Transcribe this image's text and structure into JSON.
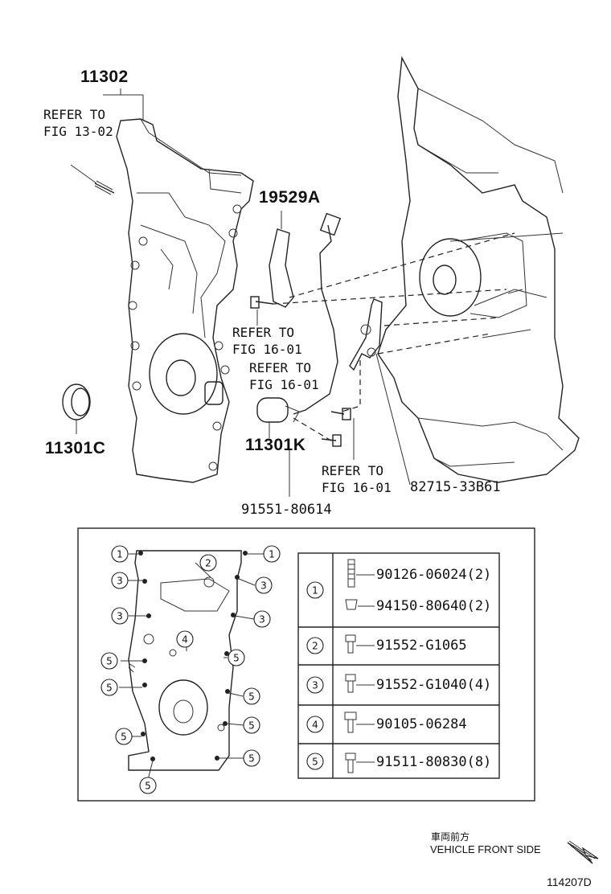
{
  "parts": {
    "p11302": "11302",
    "p19529a": "19529A",
    "p11301c": "11301C",
    "p11301k": "11301K",
    "p91551": "91551-80614",
    "p82715": "82715-33B61"
  },
  "refs": {
    "r1": "REFER TO\nFIG 13-02",
    "r2": "REFER TO\nFIG 16-01",
    "r3": "REFER TO\nFIG 16-01",
    "r4": "REFER TO\nFIG 16-01"
  },
  "bolt_callouts": [
    "1",
    "1",
    "2",
    "3",
    "3",
    "3",
    "3",
    "4",
    "5",
    "5",
    "5",
    "5",
    "5",
    "5",
    "5",
    "5"
  ],
  "table": {
    "rows": [
      {
        "key": "1",
        "parts": [
          "90126-06024(2)",
          "94150-80640(2)"
        ]
      },
      {
        "key": "2",
        "parts": [
          "91552-G1065"
        ]
      },
      {
        "key": "3",
        "parts": [
          "91552-G1040(4)"
        ]
      },
      {
        "key": "4",
        "parts": [
          "90105-06284"
        ]
      },
      {
        "key": "5",
        "parts": [
          "91511-80830(8)"
        ]
      }
    ]
  },
  "footer": {
    "jp": "車両前方",
    "en": "VEHICLE FRONT SIDE",
    "code": "114207D"
  }
}
